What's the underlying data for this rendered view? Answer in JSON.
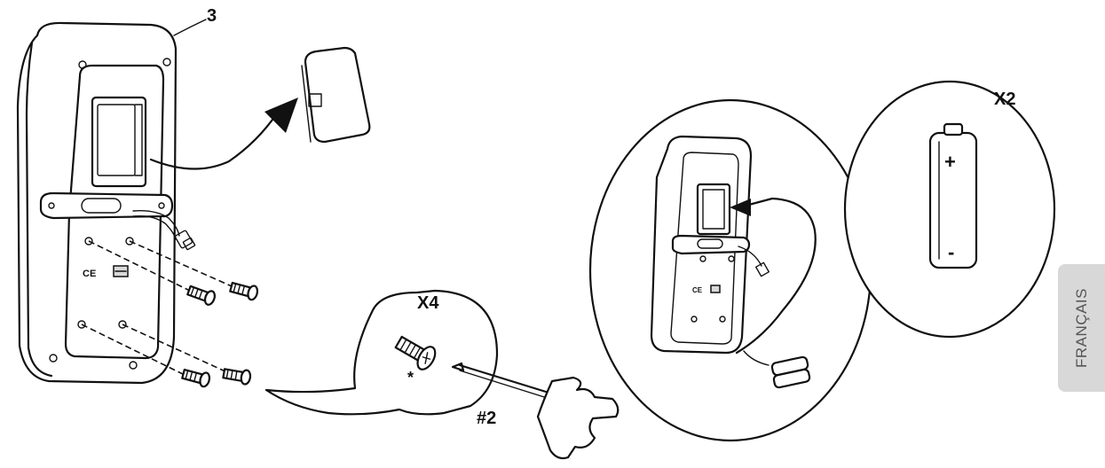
{
  "labels": {
    "part_number": "3",
    "screws_qty": "X4",
    "screw_note": "*",
    "screwdriver_size": "#2",
    "battery_qty": "X2",
    "battery_plus": "+",
    "battery_minus": "-",
    "ce_mark_large": "CE",
    "ce_mark_small": "CE"
  },
  "side_tab": {
    "language": "FRANÇAIS"
  },
  "colors": {
    "line": "#111111",
    "tab_background": "#d8d8d8",
    "tab_text": "#555555"
  }
}
